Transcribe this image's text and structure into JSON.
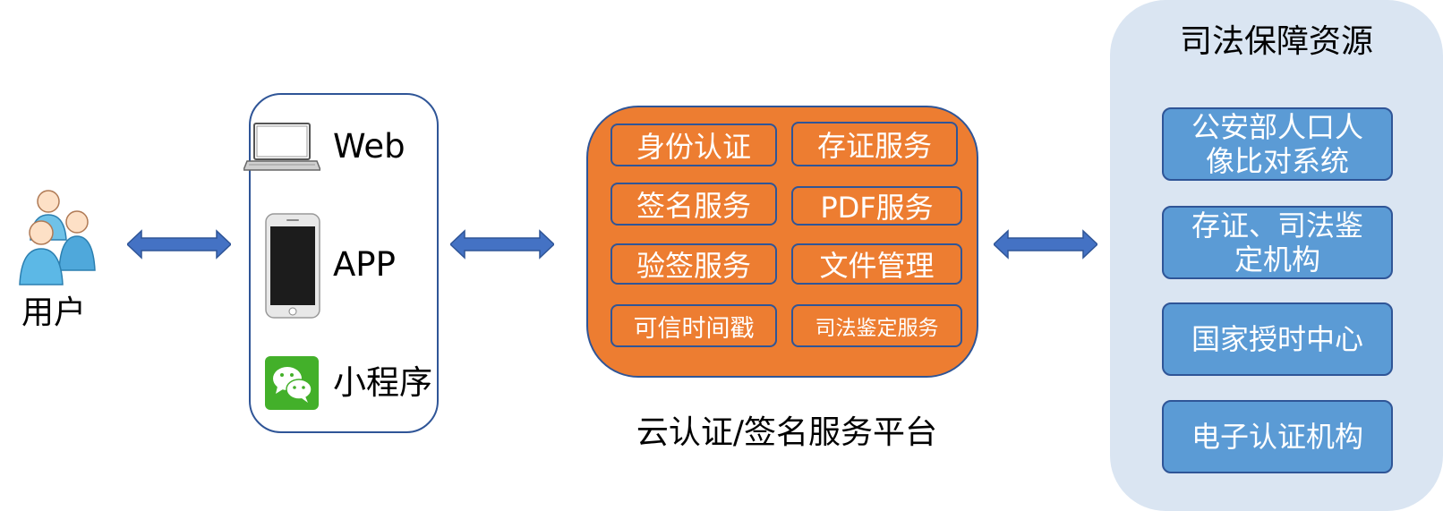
{
  "users": {
    "label": "用户",
    "icon": "users-icon"
  },
  "clients": {
    "items": [
      {
        "label": "Web",
        "icon": "laptop-icon"
      },
      {
        "label": "APP",
        "icon": "smartphone-icon"
      },
      {
        "label": "小程序",
        "icon": "wechat-icon"
      }
    ]
  },
  "platform": {
    "caption": "云认证/签名服务平台",
    "services": [
      "身份认证",
      "存证服务",
      "签名服务",
      "PDF服务",
      "验签服务",
      "文件管理",
      "可信时间戳",
      "司法鉴定服务"
    ]
  },
  "judicial": {
    "title": "司法保障资源",
    "resources": [
      {
        "line1": "公安部人口人",
        "line2": "像比对系统"
      },
      {
        "line1": "存证、司法鉴",
        "line2": "定机构"
      },
      {
        "line1": "国家授时中心",
        "line2": ""
      },
      {
        "line1": "电子认证机构",
        "line2": ""
      }
    ]
  },
  "colors": {
    "platform_fill": "#ed7d31",
    "border_blue": "#2f5597",
    "arrow_fill": "#4472c4",
    "resource_fill": "#5b9bd5",
    "panel_fill": "#dae5f2"
  }
}
